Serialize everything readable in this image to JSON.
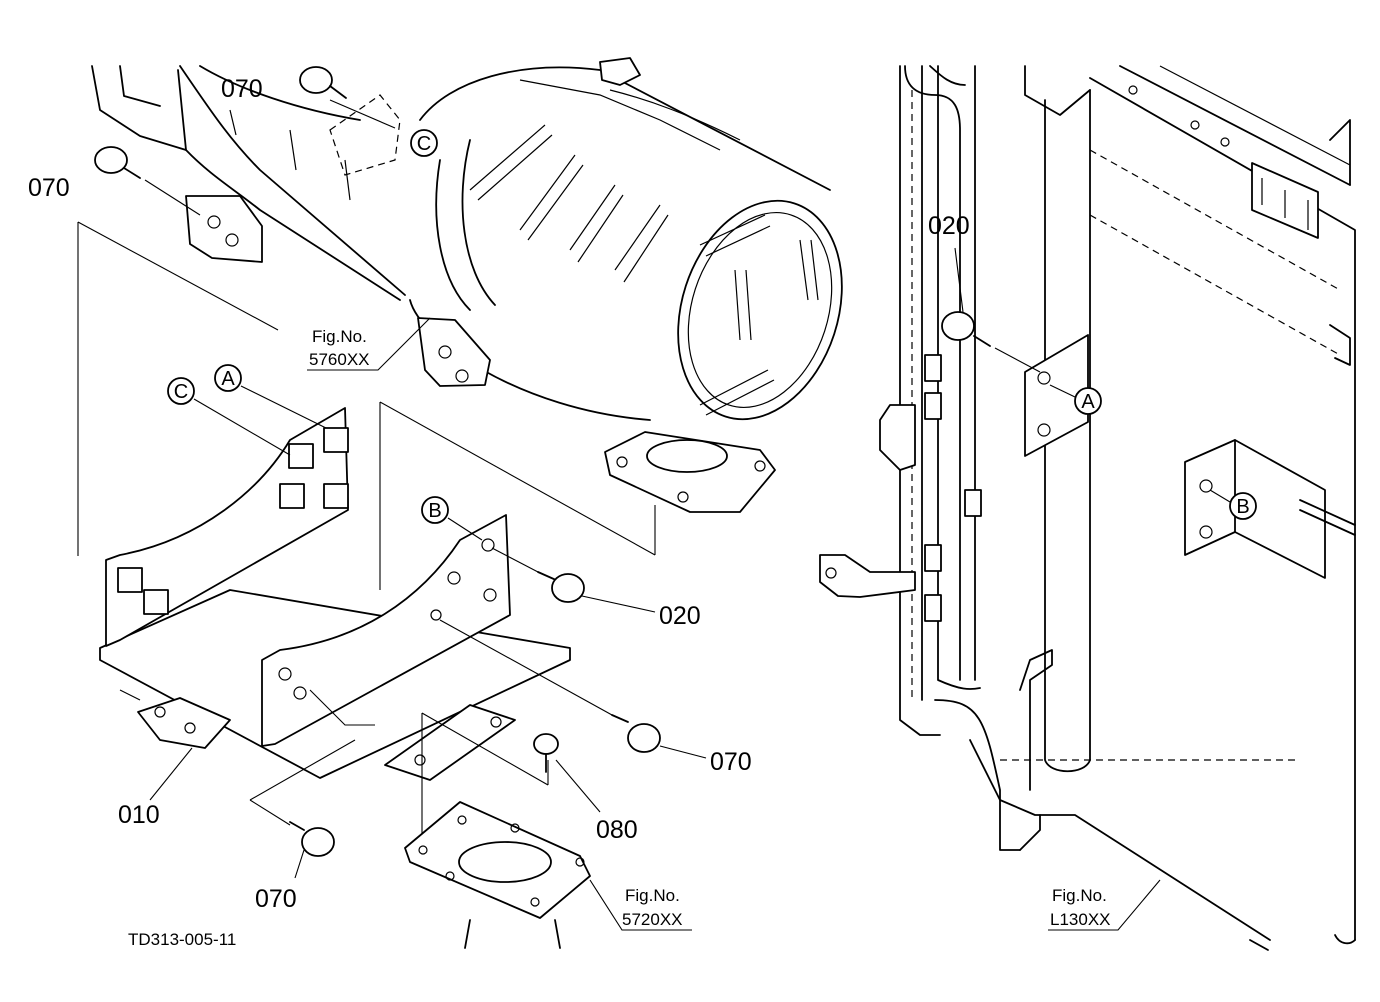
{
  "callouts": {
    "c070_top": "070",
    "c070_left": "070",
    "c020_right": "020",
    "c020_mid": "020",
    "c070_mid": "070",
    "c080": "080",
    "c010": "010",
    "c070_bottom": "070"
  },
  "refs": {
    "fig_5760_label": "Fig.No.",
    "fig_5760_num": "5760XX",
    "fig_5720_label": "Fig.No.",
    "fig_5720_num": "5720XX",
    "fig_l130_label": "Fig.No.",
    "fig_l130_num": "L130XX"
  },
  "markers": {
    "c_top": "C",
    "c_bracket": "C",
    "a_bracket": "A",
    "b_bracket": "B",
    "a_right": "A",
    "b_right": "B"
  },
  "drawing_id": "TD313-005-11"
}
